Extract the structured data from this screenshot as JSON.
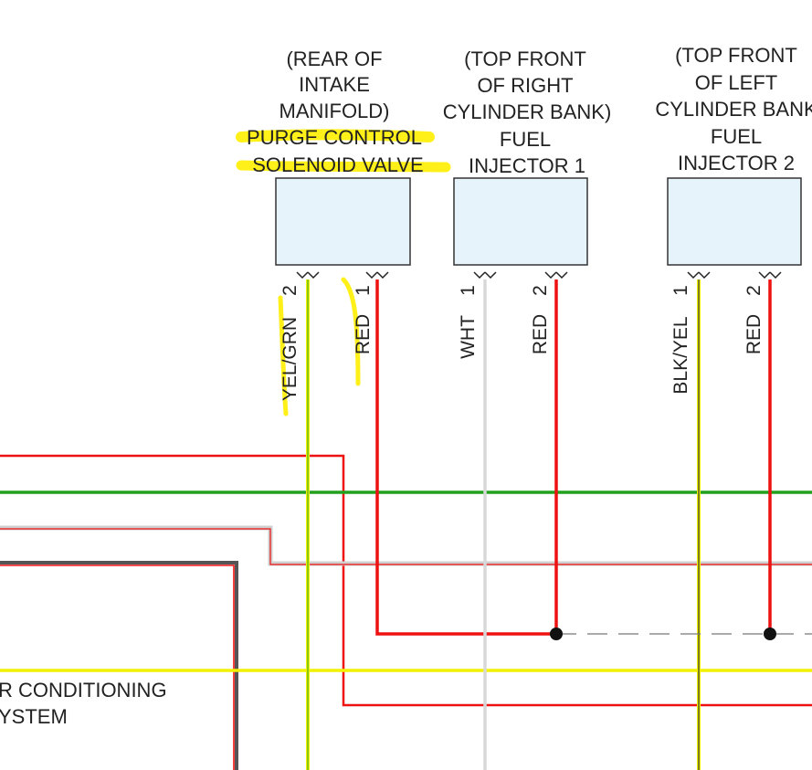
{
  "components": [
    {
      "id": "purge",
      "label_lines": [
        "(REAR OF",
        "INTAKE",
        "MANIFOLD)",
        "PURGE CONTROL",
        "SOLENOID VALVE"
      ],
      "pins": [
        {
          "pin": "2",
          "wire": "YEL/GRN"
        },
        {
          "pin": "1",
          "wire": "RED"
        }
      ]
    },
    {
      "id": "inj1",
      "label_lines": [
        "(TOP FRONT",
        "OF RIGHT",
        "CYLINDER BANK)",
        "FUEL",
        "INJECTOR 1"
      ],
      "pins": [
        {
          "pin": "1",
          "wire": "WHT"
        },
        {
          "pin": "2",
          "wire": "RED"
        }
      ]
    },
    {
      "id": "inj2",
      "label_lines": [
        "(TOP FRONT",
        "OF LEFT",
        "CYLINDER BANK",
        "FUEL",
        "INJECTOR 2"
      ],
      "pins": [
        {
          "pin": "1",
          "wire": "BLK/YEL"
        },
        {
          "pin": "2",
          "wire": "RED"
        }
      ]
    }
  ],
  "system_label_lines": [
    "R CONDITIONING",
    "YSTEM"
  ],
  "colors": {
    "red": "#ee1111",
    "yellow": "#f2f200",
    "green": "#22a01e",
    "white_wire": "#d8d8d8",
    "gray": "#555555",
    "highlight": "#ffee00",
    "connector_fill": "#e6f3fb"
  }
}
